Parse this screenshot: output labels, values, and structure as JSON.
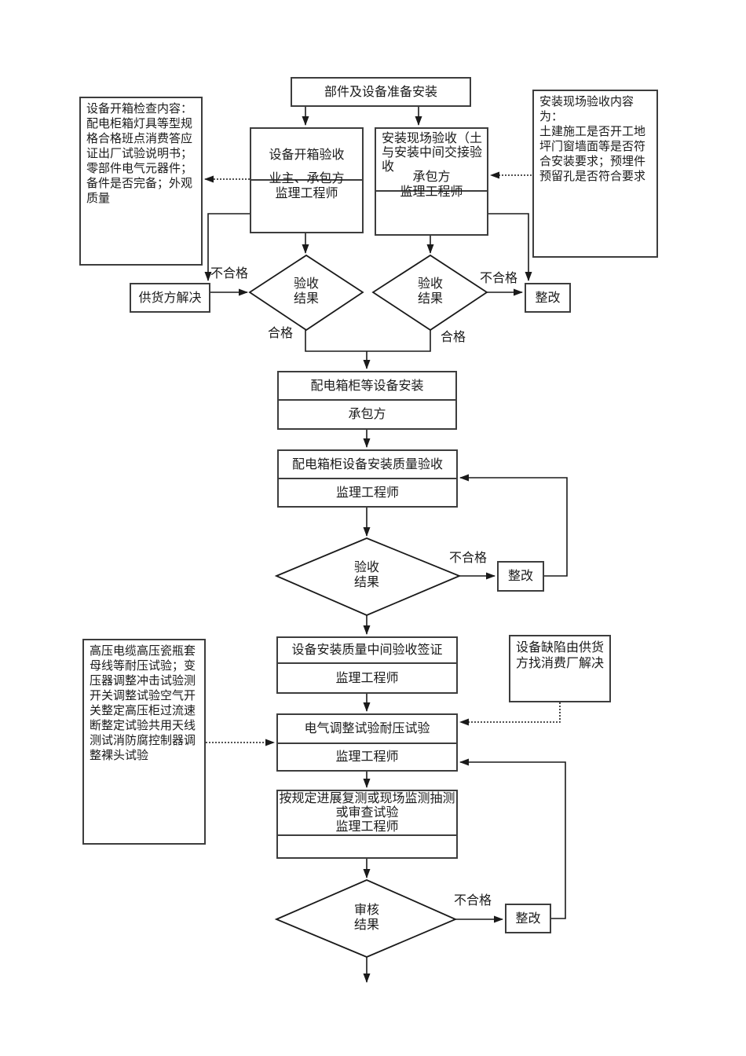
{
  "page": {
    "background": "#ffffff",
    "ink": "#1a1a1a",
    "border": "#3d3d3d"
  },
  "labels": {
    "pass": "合格",
    "fail": "不合格"
  },
  "nodes": {
    "start": "部件及设备准备安装",
    "unbox": {
      "title": "设备开箱验收",
      "party1": "业主、承包方",
      "party2": "监理工程师"
    },
    "site": {
      "title": [
        "安装现场验收（土",
        "与安装中间交接验",
        "收"
      ],
      "party1": "承包方",
      "party2": "监理工程师"
    },
    "supplier": "供货方解决",
    "rectify1": "整改",
    "decision_accept": [
      "验收",
      "结果"
    ],
    "install": {
      "title": "配电箱柜等设备安装",
      "party": "承包方"
    },
    "quality": {
      "title": "配电箱柜设备安装质量验收",
      "party": "监理工程师"
    },
    "rectify2": "整改",
    "sign": {
      "title": "设备安装质量中间验收签证",
      "party": "监理工程师"
    },
    "electest": {
      "title": "电气调整试验耐压试验",
      "party": "监理工程师"
    },
    "retest": [
      "按规定进展复测或现场监测抽测",
      "或审查试验",
      "监理工程师"
    ],
    "decision_review": [
      "审核",
      "结果"
    ],
    "rectify3": "整改",
    "defect": [
      "设备缺陷由供货",
      "方找消费厂解决"
    ]
  },
  "annotations": {
    "unbox_note": [
      "设备开箱检查内容：",
      "配电柜箱灯具等型规",
      "格合格班点消费答应",
      "证出厂试验说明书；",
      "零部件电气元器件；",
      "备件是否完备；外观",
      "质量"
    ],
    "site_note": [
      "安装现场验收内容",
      "为：",
      "土建施工是否开工地",
      "坪门窗墙面等是否符",
      "合安装要求；预埋件",
      "预留孔是否符合要求"
    ],
    "hv_note": [
      "高压电缆高压瓷瓶套",
      "母线等耐压试验；变",
      "压器调整冲击试验测",
      "开关调整试验空气开",
      "关整定高压柜过流速",
      "断整定试验共用天线",
      "测试消防腐控制器调",
      "整裸头试验"
    ]
  }
}
